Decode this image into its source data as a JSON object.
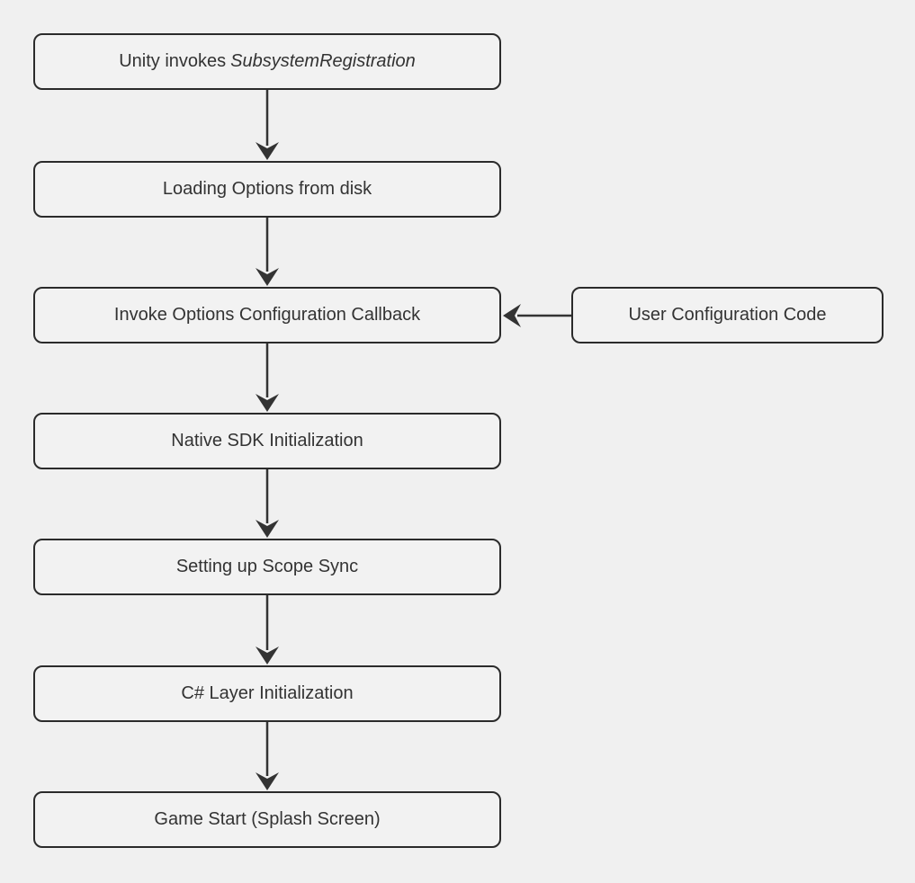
{
  "flow": {
    "colors": {
      "bg": "#f0f0f0",
      "node_fill": "#f2f2f2",
      "node_border": "#2b2b2b",
      "edge": "#333333",
      "text": "#333333"
    },
    "steps": [
      {
        "label_plain": "Unity invokes",
        "label_italic": "SubsystemRegistration",
        "label_full": "Unity invokes SubsystemRegistration"
      },
      {
        "label": "Loading Options from disk"
      },
      {
        "label": "Invoke Options Configuration Callback"
      },
      {
        "label": "Native SDK Initialization"
      },
      {
        "label": "Setting up Scope Sync"
      },
      {
        "label": "C# Layer Initialization"
      },
      {
        "label": "Game Start (Splash Screen)"
      }
    ],
    "side_node": {
      "label": "User Configuration Code"
    },
    "edges": [
      {
        "from": "Unity invokes SubsystemRegistration",
        "to": "Loading Options from disk",
        "direction": "down"
      },
      {
        "from": "Loading Options from disk",
        "to": "Invoke Options Configuration Callback",
        "direction": "down"
      },
      {
        "from": "User Configuration Code",
        "to": "Invoke Options Configuration Callback",
        "direction": "left"
      },
      {
        "from": "Invoke Options Configuration Callback",
        "to": "Native SDK Initialization",
        "direction": "down"
      },
      {
        "from": "Native SDK Initialization",
        "to": "Setting up Scope Sync",
        "direction": "down"
      },
      {
        "from": "Setting up Scope Sync",
        "to": "C# Layer Initialization",
        "direction": "down"
      },
      {
        "from": "C# Layer Initialization",
        "to": "Game Start (Splash Screen)",
        "direction": "down"
      }
    ]
  }
}
